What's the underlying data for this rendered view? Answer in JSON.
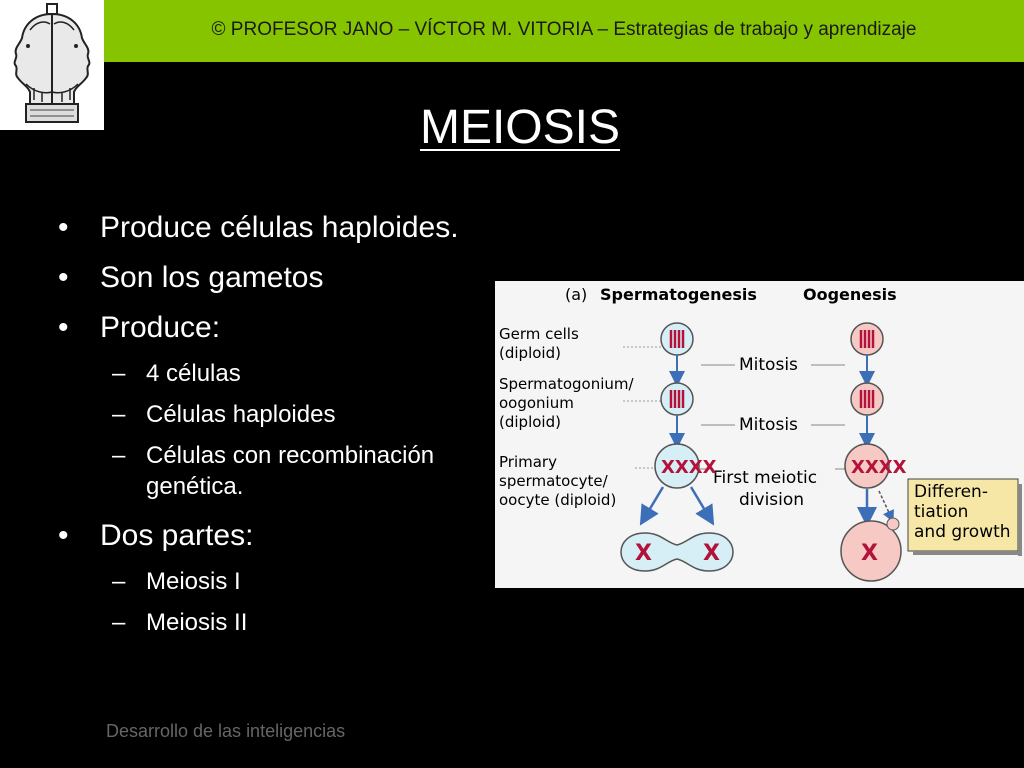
{
  "header": {
    "text": "© PROFESOR JANO – VÍCTOR M. VITORIA – Estrategias de trabajo y aprendizaje"
  },
  "slide": {
    "title": "MEIOSIS",
    "bullets": {
      "b1": "Produce células haploides.",
      "b2": "Son los gametos",
      "b3": "Produce:",
      "b3_sub": [
        "4 células",
        "Células haploides",
        "Células con recombinación genética."
      ],
      "b4": "Dos partes:",
      "b4_sub": [
        "Meiosis I",
        "Meiosis II"
      ],
      "bullet_mark": "•",
      "dash_mark": "–"
    }
  },
  "figure": {
    "label": "(a)",
    "col_sperm": "Spermatogenesis",
    "col_oo": "Oogenesis",
    "germ_1": "Germ cells",
    "germ_2": "(diploid)",
    "sg_1": "Spermatogonium/",
    "sg_2": "oogonium",
    "sg_3": "(diploid)",
    "pr_1": "Primary",
    "pr_2": "spermatocyte/",
    "pr_3": "oocyte (diploid)",
    "mitosis_1": "Mitosis",
    "mitosis_2": "Mitosis",
    "meiotic_1": "First meiotic",
    "meiotic_2": "division",
    "diff_1": "Differen-",
    "diff_2": "tiation",
    "diff_3": "and growth"
  },
  "footer": {
    "text": "Desarrollo de las inteligencias"
  },
  "colors": {
    "header_bg": "#86c400",
    "cell_fill": "#d6eef5",
    "oocyte_fill": "#f6c9c4",
    "chromosome": "#b3123a",
    "arrow": "#3d6fb8",
    "callout_bg": "#f6e7a6"
  }
}
